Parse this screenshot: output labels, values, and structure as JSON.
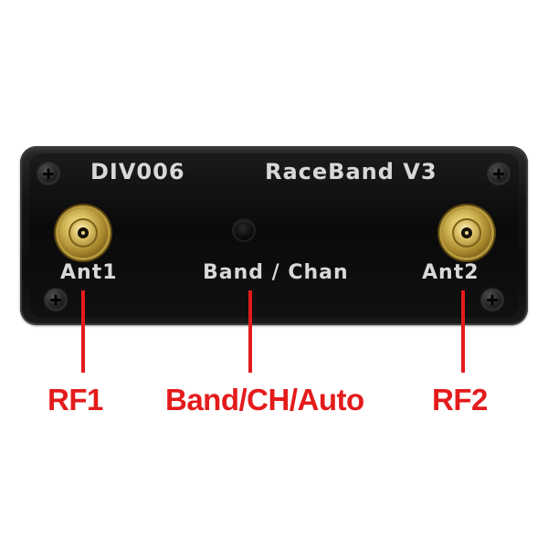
{
  "device": {
    "model": "DIV006",
    "name": "RaceBand  V3",
    "labels": {
      "ant1": "Ant1",
      "band_chan": "Band / Chan",
      "ant2": "Ant2"
    }
  },
  "annotations": {
    "rf1": "RF1",
    "band_ch_auto": "Band/CH/Auto",
    "rf2": "RF2"
  },
  "colors": {
    "annotation": "#e41b1b",
    "panel": "#0c0c0c",
    "panel_text": "#d8d8d8",
    "connector": "#d9bf5e"
  },
  "icons": {
    "screw": "screw-icon",
    "connector": "sma-connector-icon"
  }
}
